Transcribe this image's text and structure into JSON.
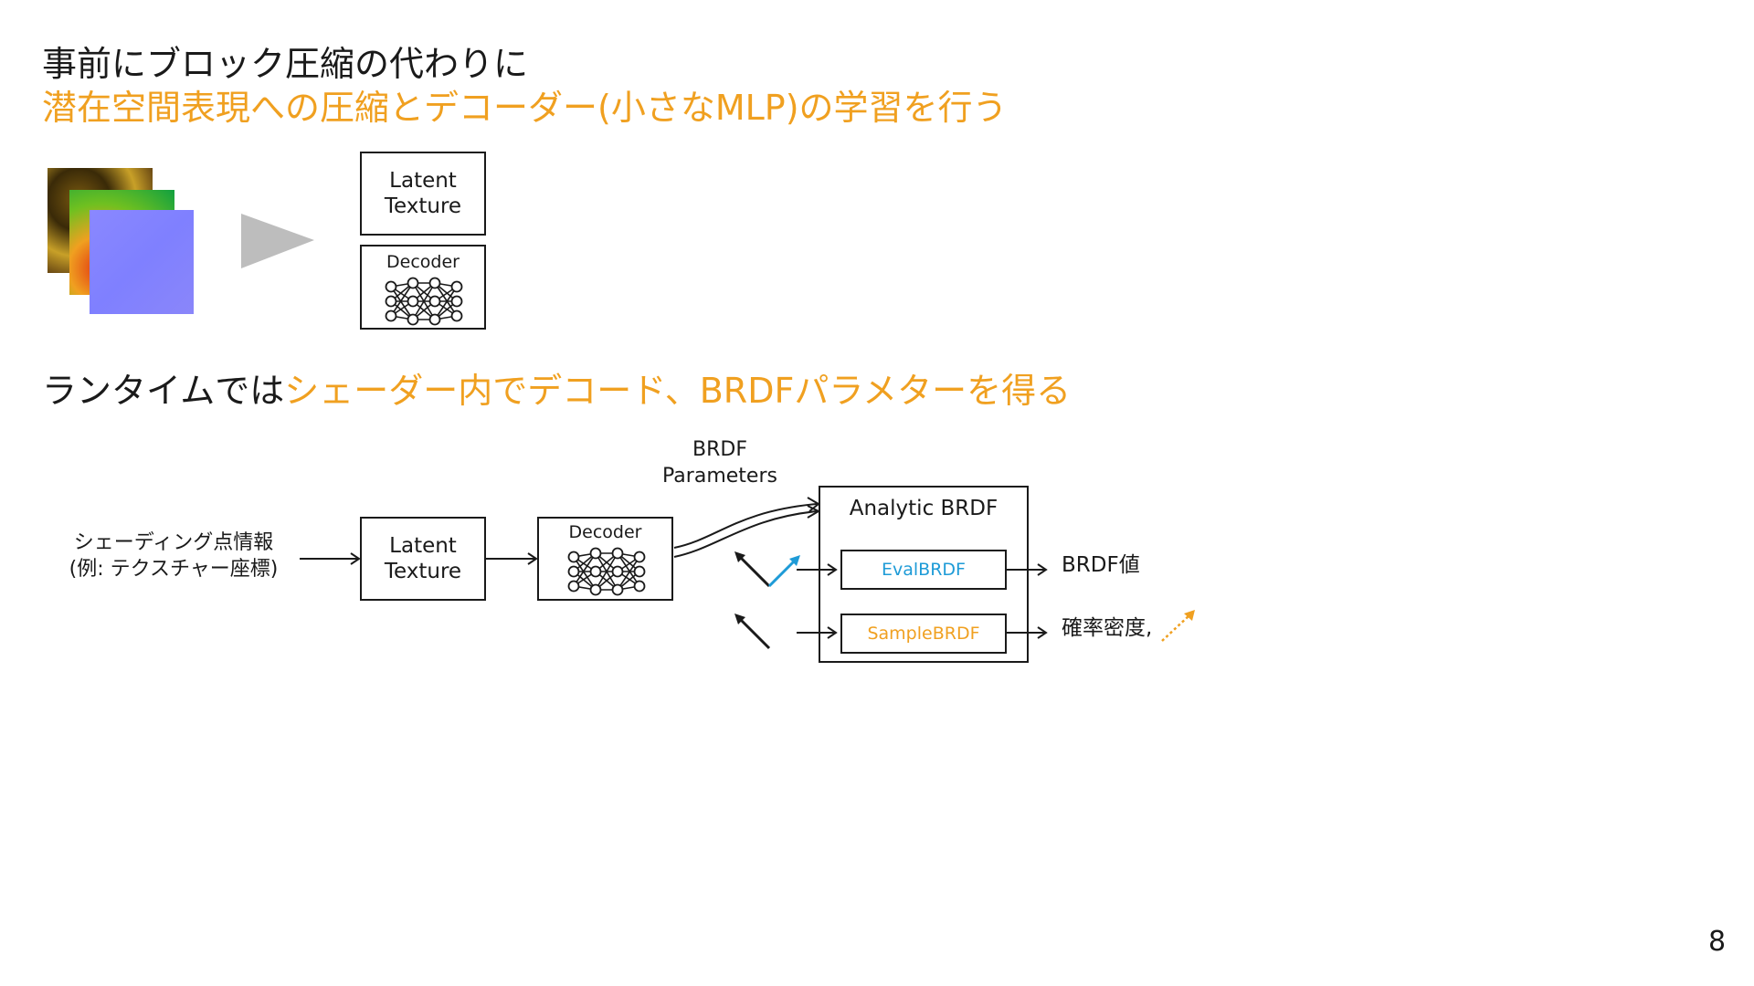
{
  "slide": {
    "title_line1": "事前にブロック圧縮の代わりに",
    "title_line2": "潜在空間表現への圧縮とデコーダー(小さなMLP)の学習を行う",
    "runtime_black": "ランタイムでは",
    "runtime_orange": "シェーダー内でデコード、BRDFパラメターを得る",
    "page_number": "8"
  },
  "top_diagram": {
    "latent_texture": "Latent\nTexture",
    "decoder_label": "Decoder"
  },
  "bottom_diagram": {
    "shading_info": "シェーディング点情報\n(例: テクスチャー座標)",
    "latent_texture": "Latent\nTexture",
    "decoder_label": "Decoder",
    "brdf_parameters": "BRDF\nParameters",
    "analytic_brdf": "Analytic BRDF",
    "eval_brdf": "EvalBRDF",
    "sample_brdf": "SampleBRDF",
    "brdf_value": "BRDF値",
    "pdf_label": "確率密度,"
  },
  "colors": {
    "accent_orange": "#F0A020",
    "accent_blue": "#1E9BD7"
  }
}
